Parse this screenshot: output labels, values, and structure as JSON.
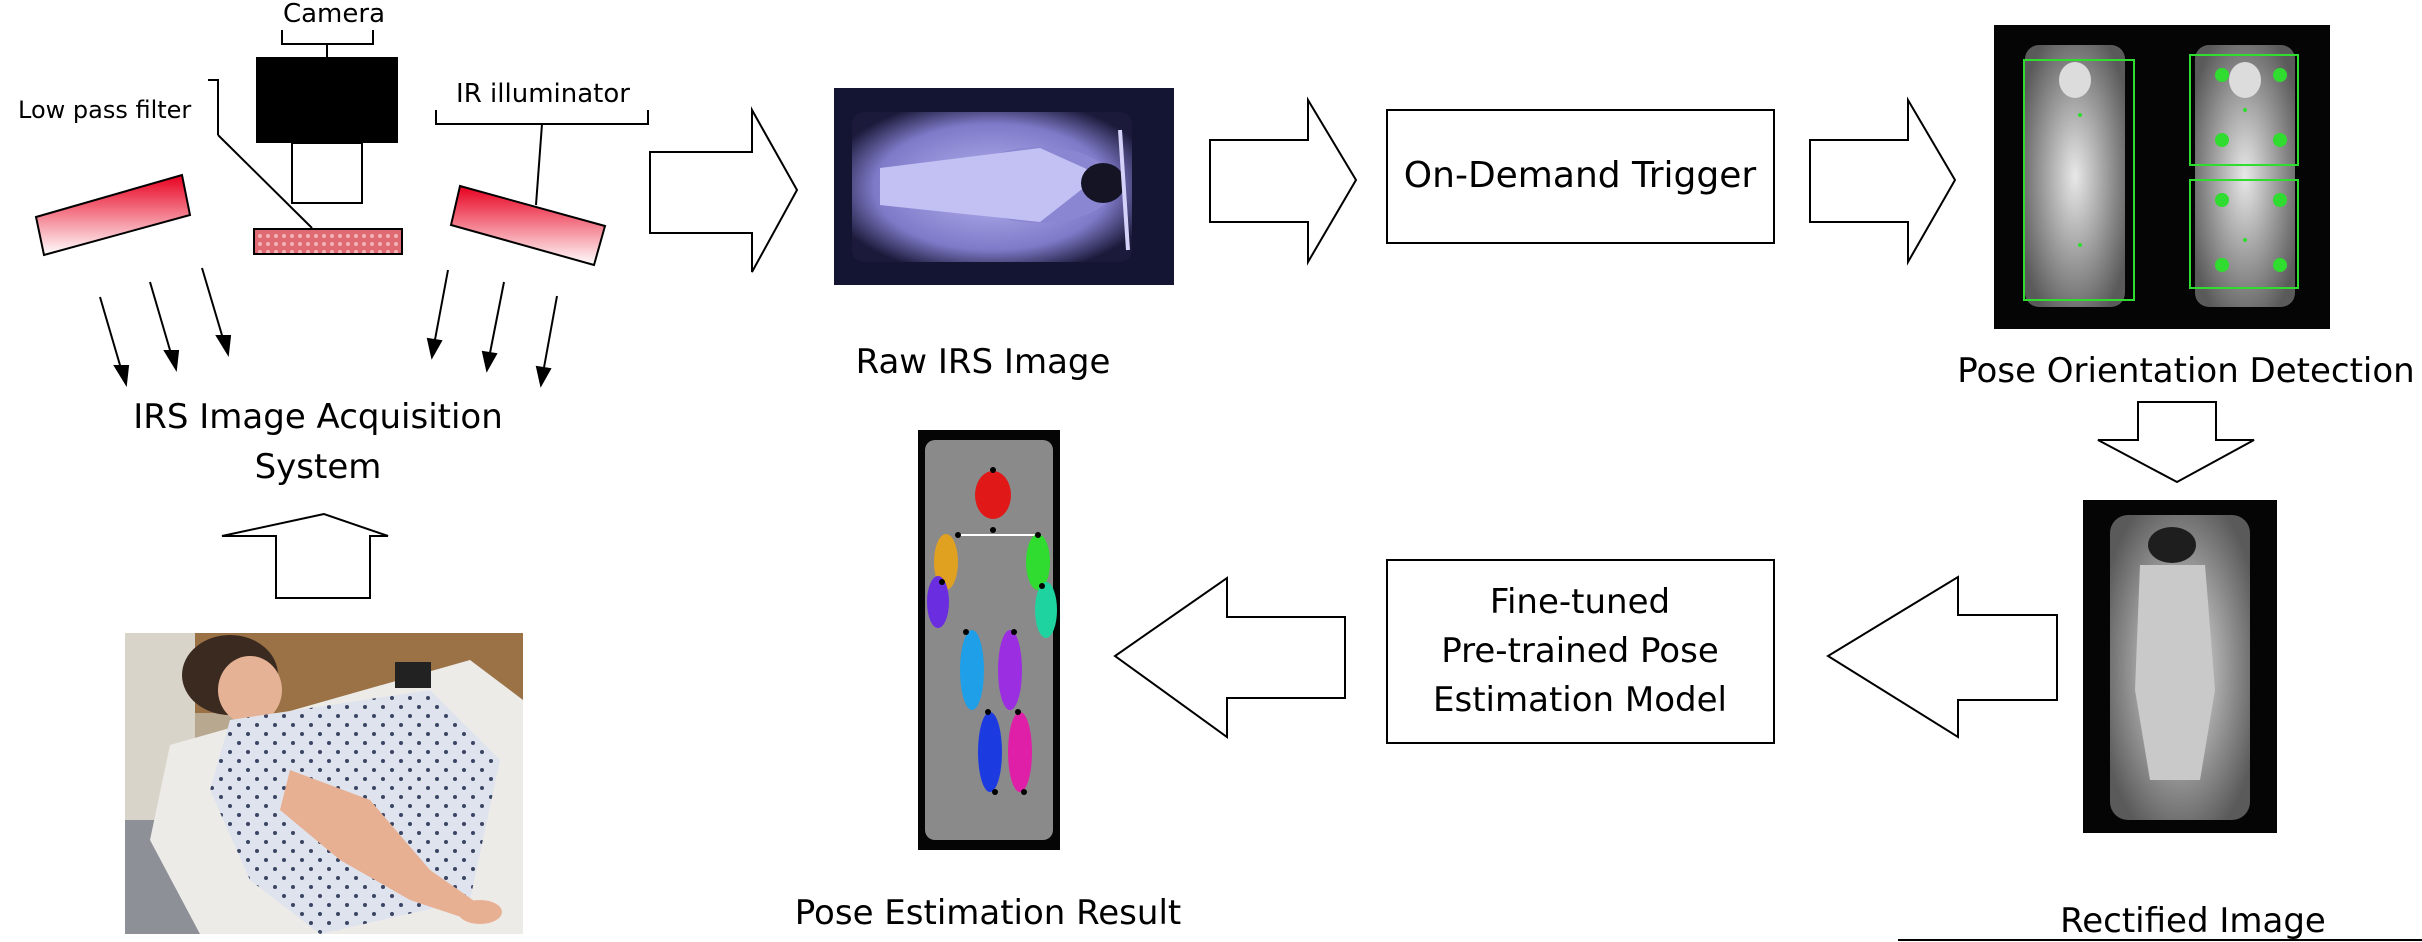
{
  "acquisition": {
    "camera_label": "Camera",
    "low_pass_filter_label": "Low pass filter",
    "ir_illuminator_label": "IR illuminator",
    "system_label_line1": "IRS Image Acquisition",
    "system_label_line2": "System"
  },
  "pipeline": {
    "raw_image_label": "Raw IRS Image",
    "trigger_label": "On-Demand Trigger",
    "orientation_label": "Pose Orientation Detection",
    "rectified_label": "Rectified Image",
    "model_label_line1": "Fine-tuned",
    "model_label_line2": "Pre-trained Pose",
    "model_label_line3": "Estimation Model",
    "result_label": "Pose Estimation Result"
  },
  "colors": {
    "illuminator_red": "#e8001f",
    "filter_red": "#e0676f",
    "raw_image_tint": "#9a97e6",
    "detection_green": "#2fdc2f"
  }
}
